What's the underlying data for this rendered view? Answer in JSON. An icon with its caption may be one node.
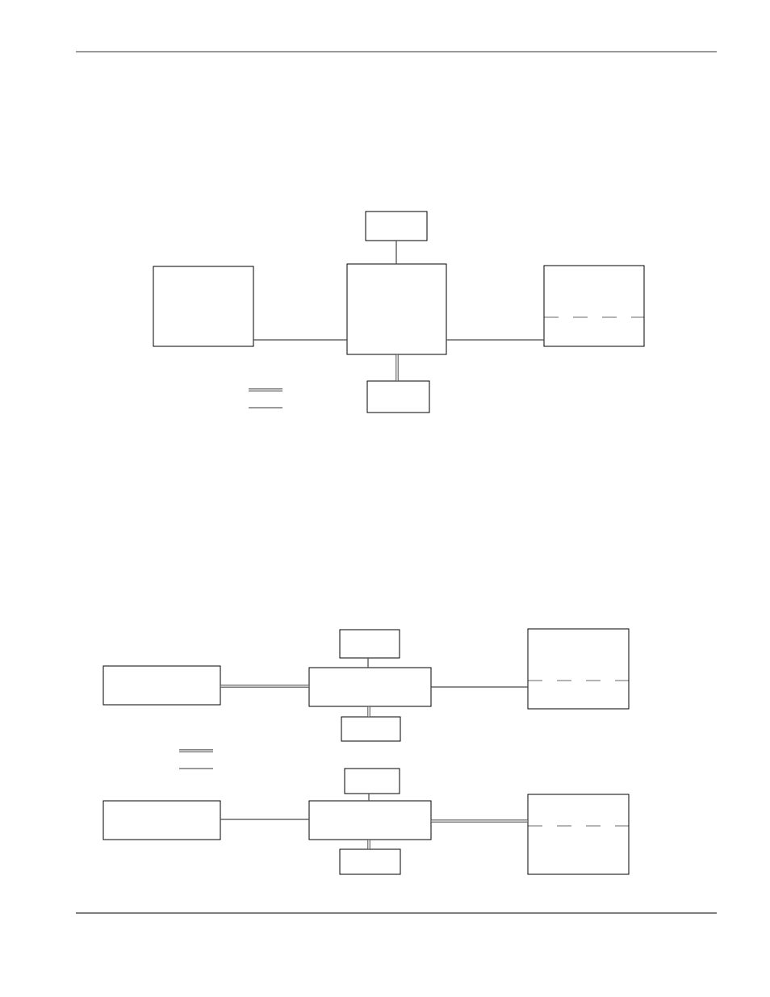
{
  "diagram": {
    "nodes": [
      {
        "text": [],
        "shape": "box"
      },
      {
        "text": [],
        "shape": "box"
      },
      {
        "text": [],
        "shape": "box"
      },
      {
        "text": [],
        "shape": "box"
      },
      {
        "text": [],
        "shape": "box"
      },
      {
        "text": [],
        "shape": "box"
      },
      {
        "text": [],
        "shape": "box"
      },
      {
        "text": [],
        "shape": "box"
      },
      {
        "text": [],
        "shape": "box"
      },
      {
        "text": [],
        "shape": "box"
      },
      {
        "text": [],
        "shape": "box"
      },
      {
        "text": [],
        "shape": "box"
      },
      {
        "text": [],
        "shape": "box"
      },
      {
        "text": [],
        "shape": "box"
      },
      {
        "text": [],
        "shape": "box"
      }
    ],
    "edges": [
      {
        "from": 0,
        "to": 2,
        "arrow": "none"
      },
      {
        "from": 1,
        "to": 2,
        "arrow": "none"
      },
      {
        "from": 2,
        "to": 3,
        "arrow": "none"
      },
      {
        "from": 2,
        "to": 4,
        "arrow": "none",
        "style": "thick"
      },
      {
        "from": 5,
        "to": 7,
        "arrow": "none"
      },
      {
        "from": 6,
        "to": 7,
        "arrow": "none",
        "style": "thick"
      },
      {
        "from": 7,
        "to": 8,
        "arrow": "none"
      },
      {
        "from": 7,
        "to": 9,
        "arrow": "none",
        "style": "thick"
      },
      {
        "from": 10,
        "to": 12,
        "arrow": "none"
      },
      {
        "from": 11,
        "to": 12,
        "arrow": "none"
      },
      {
        "from": 12,
        "to": 13,
        "arrow": "none",
        "style": "thick"
      },
      {
        "from": 12,
        "to": 14,
        "arrow": "none",
        "style": "thick"
      }
    ]
  }
}
